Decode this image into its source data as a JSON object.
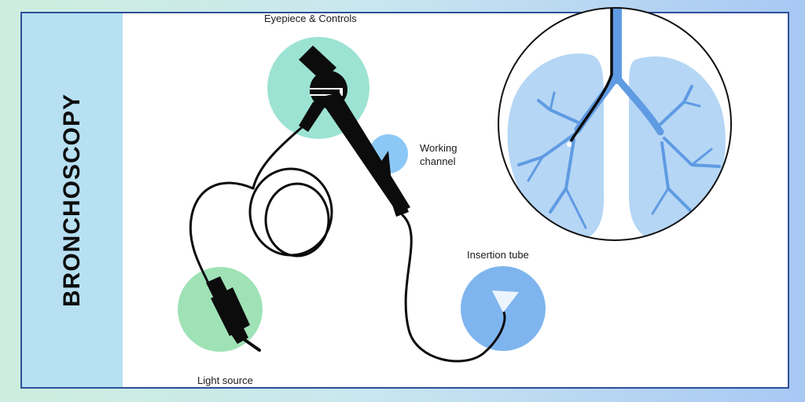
{
  "title": "BRONCHOSCOPY",
  "labels": {
    "eyepiece": "Eyepiece & Controls",
    "working_channel_line1": "Working",
    "working_channel_line2": "channel",
    "insertion_tube": "Insertion tube",
    "light_source": "Light source"
  },
  "colors": {
    "side_panel": "#b7e0f2",
    "frame_border": "#2d4f9a",
    "teal_circle": "#9ce3d3",
    "green_circle": "#9fe2b6",
    "blue_circle": "#7fb5ee",
    "lung": "#b5d6f5",
    "bronchi": "#5f9be3"
  }
}
